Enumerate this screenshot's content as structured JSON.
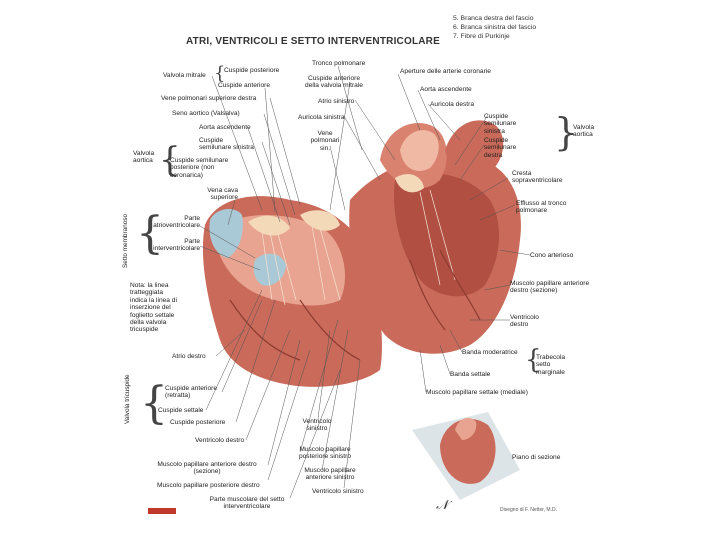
{
  "title": "ATRI, VENTRICOLI E SETTO INTERVENTRICOLARE",
  "legend": [
    "5. Branca destra del fascio",
    "6. Branca sinistra del fascio",
    "7. Fibre di Purkinje"
  ],
  "labels": {
    "valvola_mitrale": "Valvola mitrale",
    "cuspide_posteriore": "Cuspide posteriore",
    "cuspide_anteriore": "Cuspide anteriore",
    "tronco_polmonare": "Tronco polmonare",
    "cuspide_anteriore_valvola_mitrale": "Cuspide anteriore della valvola mitrale",
    "aperture_arterie_coronarie": "Aperture delle arterie coronarie",
    "vene_polmonari_superiore_destra": "Vene polmonari superiore destra",
    "atrio_sinistro": "Atrio sinistro",
    "aorta_ascendente_top": "Aorta ascendente",
    "auricola_destra": "Auricola destra",
    "seno_aortico": "Seno aortico (Valsalva)",
    "auricola_sinistra": "Auricola sinistra",
    "cuspide_semilunare_sinistra_r": "Cuspide semilunare sinistra",
    "aorta_ascendente": "Aorta ascendente",
    "vene_polmonari_sin": "Vene polmonari sin.",
    "cuspide_semilunare_destra": "Cuspide semilunare destra",
    "valvola_aortica_r": "Valvola aortica",
    "cuspide_semilunare_sinistra_l": "Cuspide semilunare sinistra",
    "valvola_aortica_l": "Valvola aortica",
    "cuspide_semilunare_posteriore": "Cuspide semilunare posteriore (non coronarica)",
    "cresta_sopraventricolare": "Cresta sopraventricolare",
    "vena_cava_superiore": "Vena cava superiore",
    "efflusso_tronco_polmonare": "Efflusso al tronco polmonare",
    "setto_membranoso": "Setto membranoso",
    "parte_atrioventricolare": "Parte atrioventricolare",
    "parte_interventricolare": "Parte interventricolare",
    "cono_arterioso": "Cono arterioso",
    "muscolo_papillare_anteriore_destro_top": "Muscolo papillare anteriore destro (sezione)",
    "nota": "Nota: la linea tratteggiata indica la linea di inserzione del foglietto settale della valvola tricuspide",
    "ventricolo_destro_r": "Ventricolo destro",
    "atrio_destro": "Atrio destro",
    "banda_moderatrice": "Banda moderatrice",
    "trabecola_setto_marginale": "Trabecola setto marginale",
    "banda_settale": "Banda settale",
    "valvola_tricuspide": "Valvola tricuspide",
    "cuspide_anteriore_retratta": "Cuspide anteriore (retratta)",
    "muscolo_papillare_settale": "Muscolo papillare settale (mediale)",
    "cuspide_settale": "Cuspide settale",
    "cuspide_posteriore_b": "Cuspide posteriore",
    "ventricolo_sinistro_mid": "Ventricolo sinistro",
    "ventricolo_destro_b": "Ventricolo destro",
    "muscolo_papillare_posteriore_sinistro": "Muscolo papillare posteriore sinistro",
    "muscolo_papillare_anteriore_destro": "Muscolo papillare anteriore destro (sezione)",
    "muscolo_papillare_anteriore_sinistro": "Muscolo papillare anteriore sinistro",
    "piano_di_sezione": "Piano di sezione",
    "muscolo_papillare_posteriore_destro": "Muscolo papillare posteriore destro",
    "ventricolo_sinistro_b": "Ventricolo sinistro",
    "parte_muscolare": "Parte muscolare del setto interventricolare"
  },
  "credit": "Disegno di F. Netter, M.D.",
  "colors": {
    "muscle": "#c96a5a",
    "muscle_dark": "#8f3b30",
    "muscle_light": "#e8a491",
    "valve": "#f3d9b8",
    "vessel_blue": "#a9c9d6",
    "background": "#ffffff"
  }
}
